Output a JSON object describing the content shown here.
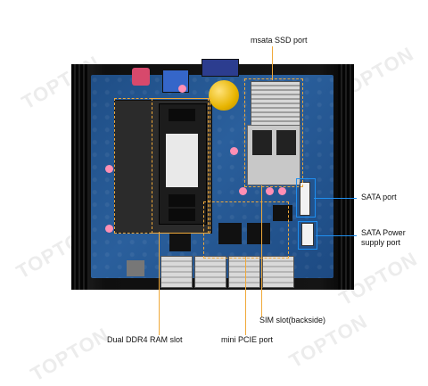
{
  "watermark": "TOPTON",
  "labels": {
    "msata": "msata SSD port",
    "sata_port": "SATA port",
    "sata_power": "SATA Power\nsupply port",
    "sim_slot": "SIM slot(backside)",
    "ram": "Dual DDR4 RAM slot",
    "pcie": "mini PCIE port"
  },
  "colors": {
    "callout_orange": "#f0a93a",
    "callout_blue": "#1f8ff0",
    "pcb_blue": "#2a5f9c"
  }
}
